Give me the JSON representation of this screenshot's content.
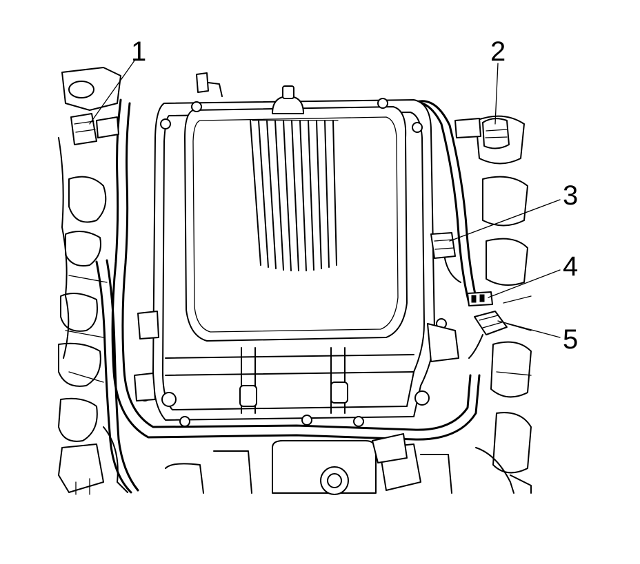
{
  "figure": {
    "callouts": [
      {
        "id": "1",
        "label": "1",
        "icon": "connector-icon"
      },
      {
        "id": "2",
        "label": "2",
        "icon": "connector-icon"
      },
      {
        "id": "3",
        "label": "3",
        "icon": "connector-icon"
      },
      {
        "id": "4",
        "label": "4",
        "icon": "connector-icon"
      },
      {
        "id": "5",
        "label": "5",
        "icon": "connector-icon"
      }
    ]
  }
}
